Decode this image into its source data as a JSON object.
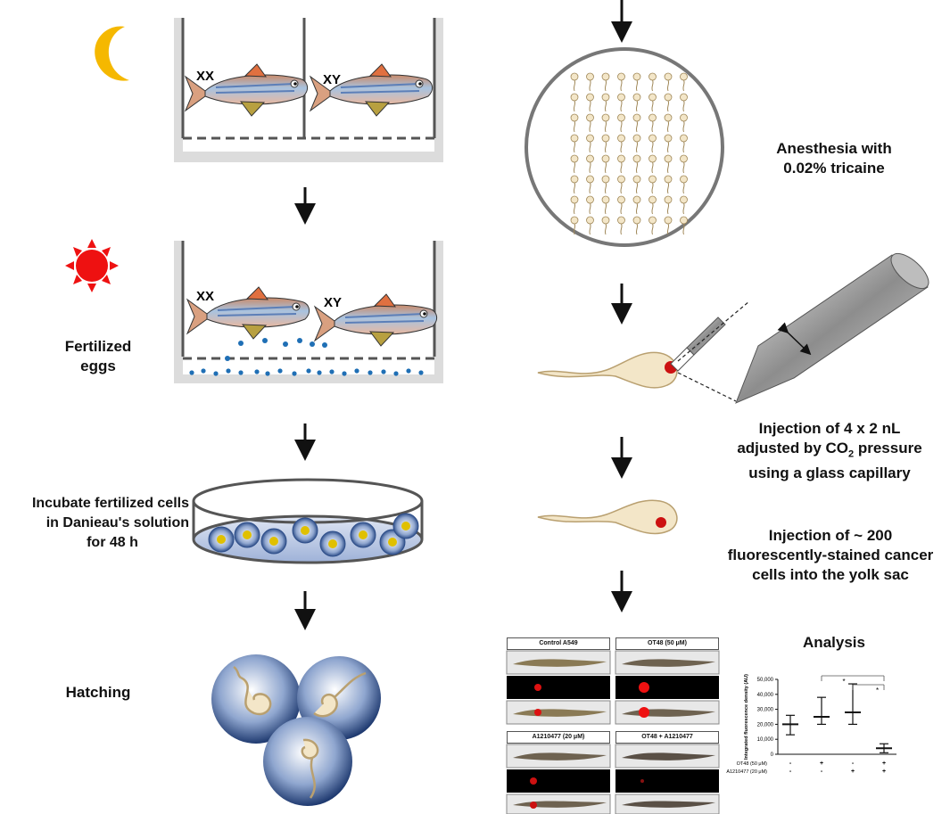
{
  "labels": {
    "xx_top": "XX",
    "xy_top": "XY",
    "xx_bottom": "XX",
    "xy_bottom": "XY",
    "fertilized_line1": "Fertilized",
    "fertilized_line2": "eggs",
    "incubate_line1": "Incubate fertilized cells",
    "incubate_line2": "in Danieau's solution",
    "incubate_line3": "for 48 h",
    "hatching": "Hatching",
    "anesthesia_line1": "Anesthesia with",
    "anesthesia_line2": "0.02% tricaine",
    "inj1_line1": "Injection of 4 x 2 nL",
    "inj1_line2_pre": "adjusted by CO",
    "inj1_line2_sub": "2",
    "inj1_line2_post": " pressure",
    "inj1_line3": "using a glass capillary",
    "inj2_line1": "Injection of ~ 200",
    "inj2_line2": "fluorescently-stained cancer",
    "inj2_line3": "cells into the yolk sac",
    "analysis": "Analysis"
  },
  "image_panels": [
    {
      "title": "Control A549"
    },
    {
      "title": "OT48 (50 μM)"
    },
    {
      "title": "A1210477 (20 μM)"
    },
    {
      "title": "OT48 + A1210477"
    }
  ],
  "colors": {
    "moon": "#f5b800",
    "sun": "#ee1111",
    "egg_dot": "#1f6fb5",
    "tank": "#9a9a9a",
    "dish_blue": "#2f4f8a",
    "larva": "#f3e6c8",
    "tumor": "#cc1111"
  },
  "chart_data": {
    "type": "box",
    "ylabel": "Integrated fluorescence density (AU)",
    "ylim": [
      0,
      50000
    ],
    "yticks": [
      "0",
      "10,000",
      "20,000",
      "30,000",
      "40,000",
      "50,000"
    ],
    "ytick_values": [
      0,
      10000,
      20000,
      30000,
      40000,
      50000
    ],
    "groups": [
      {
        "min": 13000,
        "median": 20000,
        "max": 26000
      },
      {
        "min": 20000,
        "median": 25000,
        "max": 38000
      },
      {
        "min": 20000,
        "median": 28000,
        "max": 47000
      },
      {
        "min": 1000,
        "median": 4000,
        "max": 7000
      }
    ],
    "factor_rows": [
      {
        "label": "OT48 (50 μM)",
        "values": [
          "-",
          "+",
          "-",
          "+"
        ]
      },
      {
        "label": "A1210477 (20 μM)",
        "values": [
          "-",
          "-",
          "+",
          "+"
        ]
      }
    ],
    "significance": [
      {
        "from": 1,
        "to": 3,
        "label": "*"
      },
      {
        "from": 2,
        "to": 3,
        "label": "*"
      }
    ]
  }
}
